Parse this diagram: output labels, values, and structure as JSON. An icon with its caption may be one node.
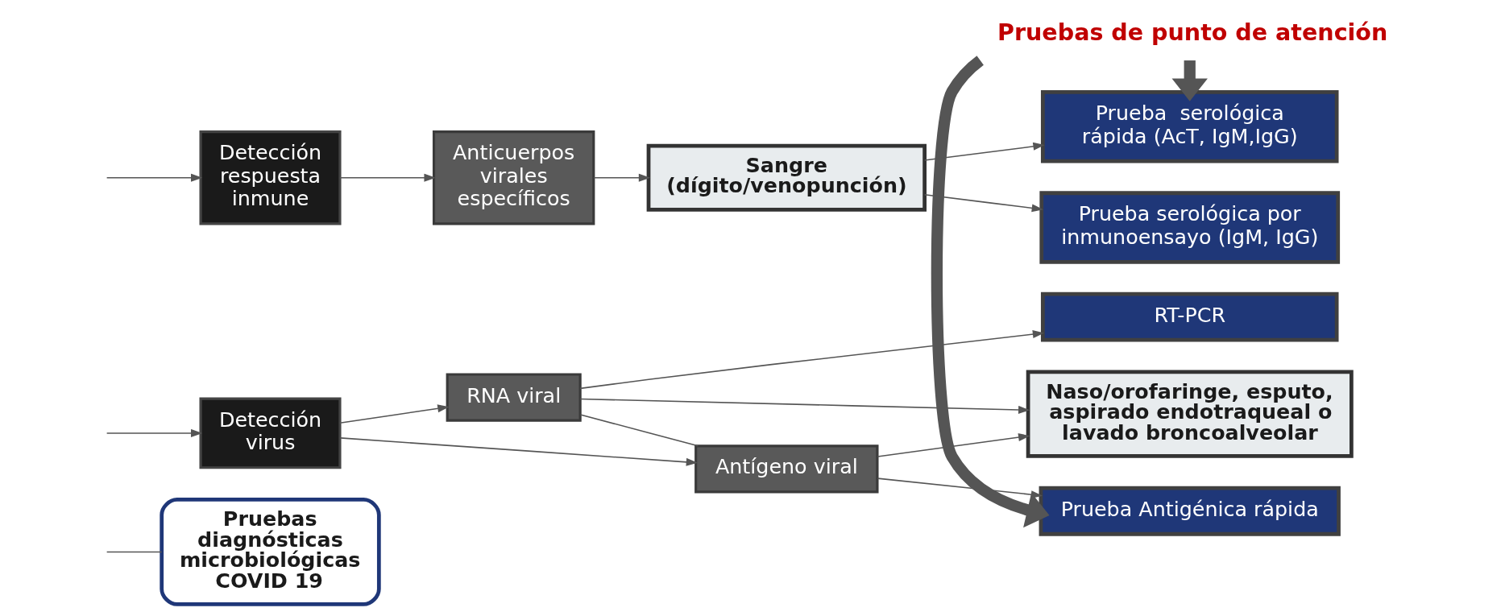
{
  "diagram": {
    "nodes": [
      {
        "text": [
          "Pruebas diagnósticas microbiológicas COVID 19"
        ]
      },
      {
        "text": [
          "Detección virus"
        ]
      },
      {
        "text": [
          "RNA viral"
        ]
      },
      {
        "text": [
          "Antígeno viral"
        ]
      },
      {
        "text": [
          "Naso/orofaringe, esputo, aspirado endotraqueal o lavado broncoalveolar"
        ]
      },
      {
        "text": [
          "RT-PCR"
        ]
      },
      {
        "text": [
          "Prueba Antigénica rápida"
        ]
      },
      {
        "text": [
          "Pruebas de punto de atención"
        ]
      },
      {
        "text": [
          "Detección respuesta inmune"
        ]
      },
      {
        "text": [
          "Anticuerpos virales específicos"
        ]
      },
      {
        "text": [
          "Sangre (dígito/venopunción)"
        ]
      },
      {
        "text": [
          "Prueba  serológica rápida (AcT, IgM,IgG)"
        ]
      },
      {
        "text": [
          "Prueba serológica por inmunoensayo (IgM, IgG)"
        ]
      }
    ],
    "edges": [
      {
        "from": null,
        "to": 0,
        "arrow": "none"
      },
      {
        "from": null,
        "to": 1,
        "arrow": "to"
      },
      {
        "from": 1,
        "to": 2,
        "arrow": "to"
      },
      {
        "from": 1,
        "to": 3,
        "arrow": "to"
      },
      {
        "from": 2,
        "to": 5,
        "arrow": "to"
      },
      {
        "from": 3,
        "to": 6,
        "arrow": "to"
      },
      {
        "from": 2,
        "to": 3,
        "arrow": "none"
      },
      {
        "from": 2,
        "to": 4,
        "arrow": "to"
      },
      {
        "from": 3,
        "to": 4,
        "arrow": "to"
      },
      {
        "from": 7,
        "to": 6,
        "arrow": "to",
        "style": "thick"
      },
      {
        "from": 7,
        "to": 11,
        "arrow": "to",
        "style": "thick"
      },
      {
        "from": null,
        "to": 8,
        "arrow": "to"
      },
      {
        "from": 8,
        "to": 9,
        "arrow": "to"
      },
      {
        "from": 9,
        "to": 10,
        "arrow": "to"
      },
      {
        "from": 10,
        "to": 11,
        "arrow": "to"
      },
      {
        "from": 10,
        "to": 12,
        "arrow": "to"
      }
    ]
  }
}
